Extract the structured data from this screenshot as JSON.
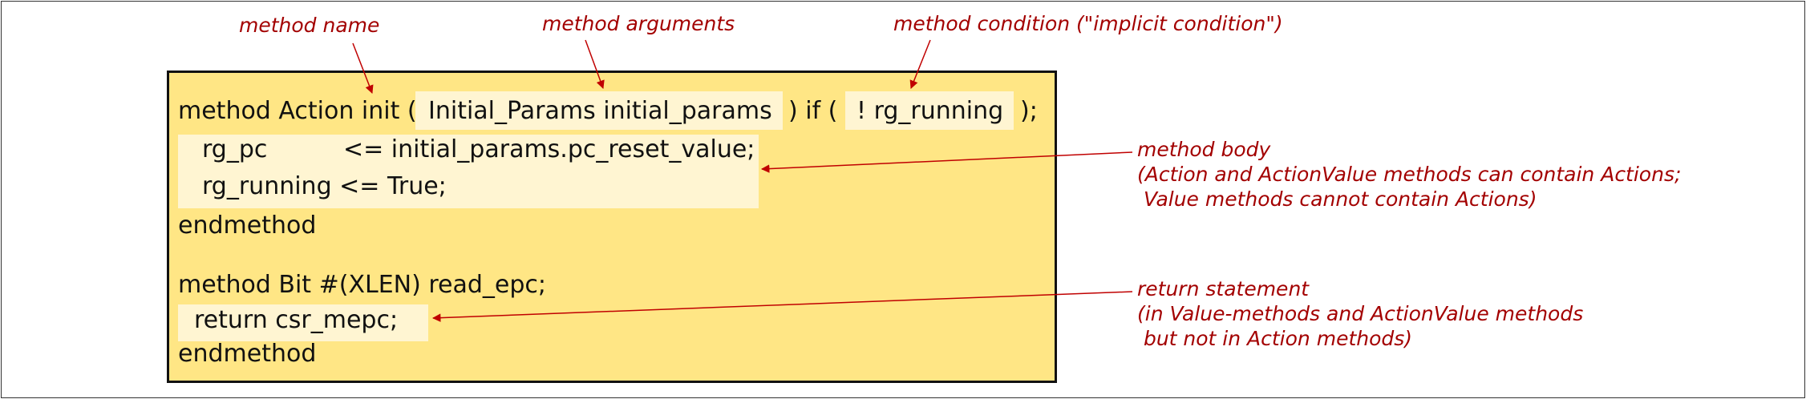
{
  "annotations": {
    "method_name": "method name",
    "method_arguments": "method arguments",
    "method_condition": "method condition (\"implicit condition\")",
    "method_body": {
      "line1": "method body",
      "line2": "(Action and ActionValue methods can contain Actions;",
      "line3": " Value methods cannot contain Actions)"
    },
    "return_statement": {
      "line1": "return statement",
      "line2": "(in Value-methods and ActionValue methods",
      "line3": " but not in Action methods)"
    }
  },
  "code": {
    "m1_keyword_type_name": "method Action init (",
    "m1_arg": "Initial_Params initial_params",
    "m1_if": ") if (",
    "m1_cond": "! rg_running",
    "m1_close": ");",
    "m1_body1_lhs": "rg_pc",
    "m1_body1_rhs": "<= initial_params.pc_reset_value;",
    "m1_body2": "rg_running <= True;",
    "m1_end": "endmethod",
    "m2_header": "method Bit #(XLEN) read_epc;",
    "m2_body": "return csr_mepc;",
    "m2_end": "endmethod"
  },
  "colors": {
    "code_box_fill": "#ffe685",
    "highlight_fill": "#fff5d2",
    "annotation_red": "#a30000",
    "arrow_red": "#c00000"
  }
}
